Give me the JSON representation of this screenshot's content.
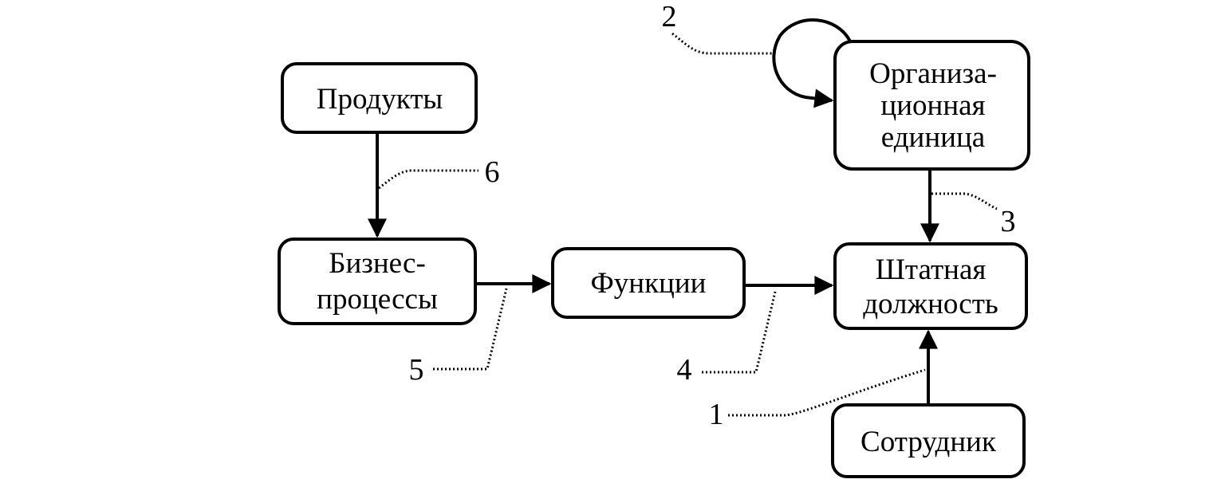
{
  "diagram": {
    "nodes": {
      "products": {
        "lines": [
          "Продукты"
        ]
      },
      "org_unit": {
        "lines": [
          "Организа-",
          "ционная",
          "единица"
        ]
      },
      "business_processes": {
        "lines": [
          "Бизнес-",
          "процессы"
        ]
      },
      "functions": {
        "lines": [
          "Функции"
        ]
      },
      "position": {
        "lines": [
          "Штатная",
          "должность"
        ]
      },
      "employee": {
        "lines": [
          "Сотрудник"
        ]
      }
    },
    "edges": [
      {
        "from": "employee",
        "to": "position",
        "label": "1"
      },
      {
        "from": "org_unit",
        "to": "org_unit",
        "label": "2"
      },
      {
        "from": "org_unit",
        "to": "position",
        "label": "3"
      },
      {
        "from": "functions",
        "to": "position",
        "label": "4"
      },
      {
        "from": "business_processes",
        "to": "functions",
        "label": "5"
      },
      {
        "from": "products",
        "to": "business_processes",
        "label": "6"
      }
    ],
    "labels": {
      "l1": "1",
      "l2": "2",
      "l3": "3",
      "l4": "4",
      "l5": "5",
      "l6": "6"
    }
  }
}
